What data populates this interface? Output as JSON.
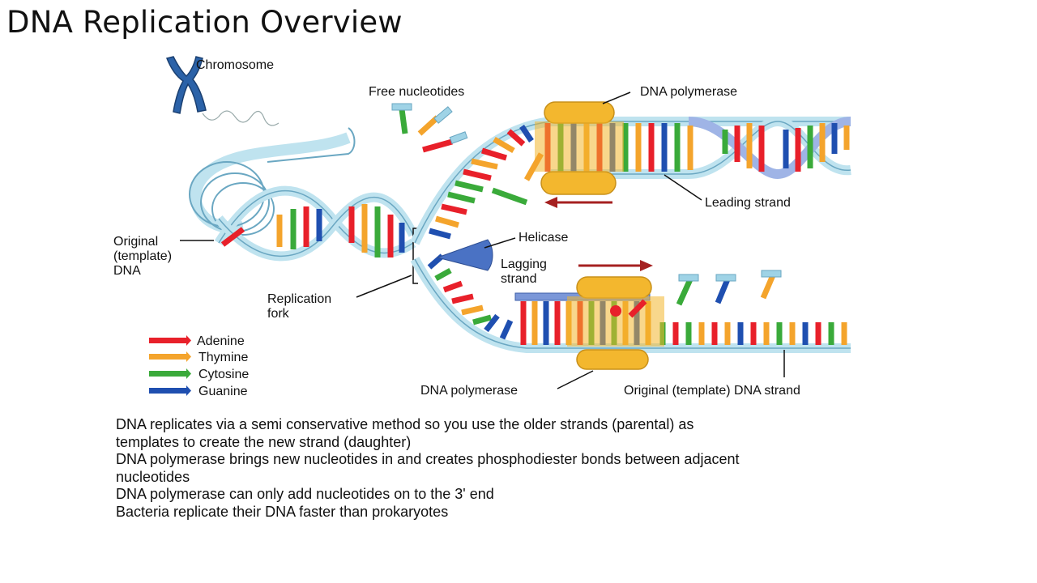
{
  "title": "DNA Replication Overview",
  "labels": {
    "chromosome": "Chromosome",
    "free_nucleotides": "Free nucleotides",
    "dna_polymerase_top": "DNA polymerase",
    "leading_strand": "Leading strand",
    "helicase": "Helicase",
    "lagging_strand_1": "Lagging",
    "lagging_strand_2": "strand",
    "original_dna_1": "Original",
    "original_dna_2": "(template)",
    "original_dna_3": "DNA",
    "replication_fork_1": "Replication",
    "replication_fork_2": "fork",
    "dna_polymerase_bottom": "DNA polymerase",
    "original_template_strand": "Original (template) DNA strand"
  },
  "legend": [
    {
      "label": "Adenine",
      "color": "#e8202a"
    },
    {
      "label": "Thymine",
      "color": "#f4a42c"
    },
    {
      "label": "Cytosine",
      "color": "#3aaa3a"
    },
    {
      "label": "Guanine",
      "color": "#1f4fb0"
    }
  ],
  "colors": {
    "backbone": "#bfe3ef",
    "backbone_edge": "#6aa7c2",
    "enzyme": "#f3b72e",
    "enzyme_edge": "#c8901a",
    "helicase": "#4a72c4",
    "chromosome": "#2b62a8",
    "arrow": "#a52020"
  },
  "bullets": [
    "DNA replicates via a semi conservative method so you use the older strands (parental) as",
    "templates to create the new strand (daughter)",
    "DNA polymerase brings new nucleotides in and creates phosphodiester bonds between adjacent",
    "nucleotides",
    "DNA polymerase can only add nucleotides on to the 3' end",
    "Bacteria replicate their DNA faster than prokaryotes"
  ]
}
